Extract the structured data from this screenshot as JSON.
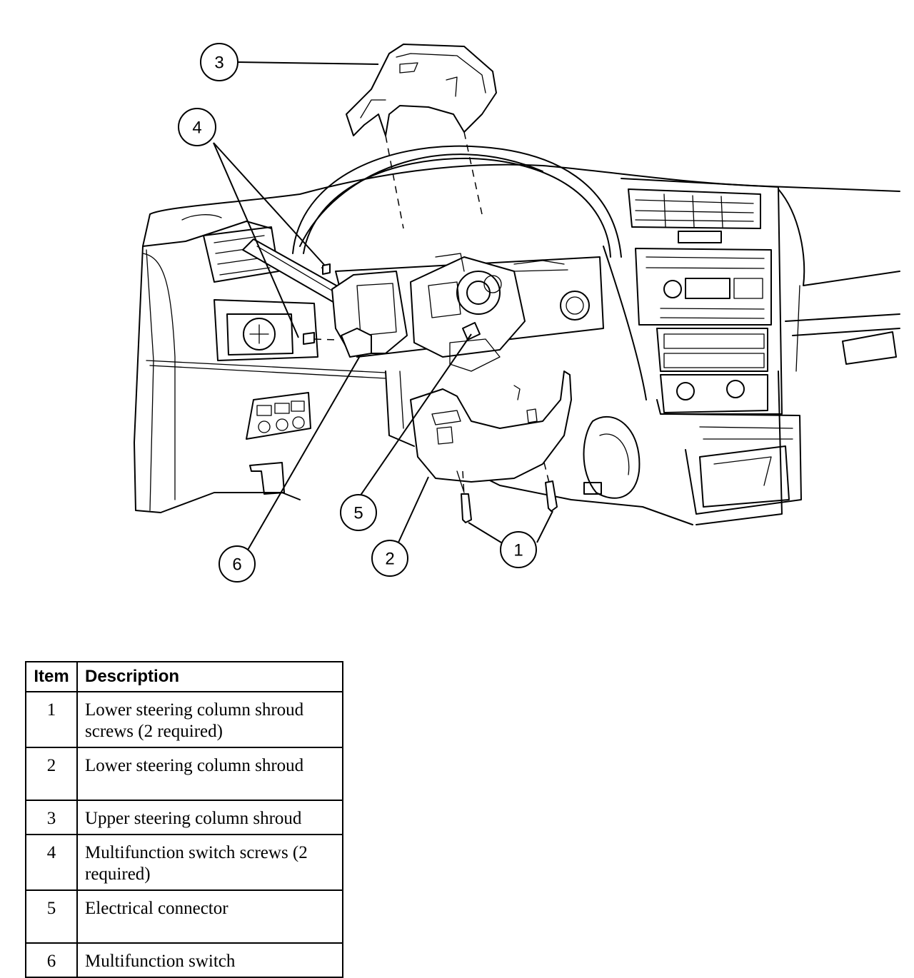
{
  "callouts": [
    "1",
    "2",
    "3",
    "4",
    "5",
    "6"
  ],
  "legend": {
    "header": {
      "item": "Item",
      "description": "Description"
    },
    "rows": [
      {
        "item": "1",
        "description": "Lower steering column shroud screws (2 required)"
      },
      {
        "item": "2",
        "description": "Lower steering column shroud"
      },
      {
        "item": "3",
        "description": "Upper steering column shroud"
      },
      {
        "item": "4",
        "description": "Multifunction switch screws (2 required)"
      },
      {
        "item": "5",
        "description": "Electrical connector"
      },
      {
        "item": "6",
        "description": "Multifunction switch"
      }
    ]
  }
}
